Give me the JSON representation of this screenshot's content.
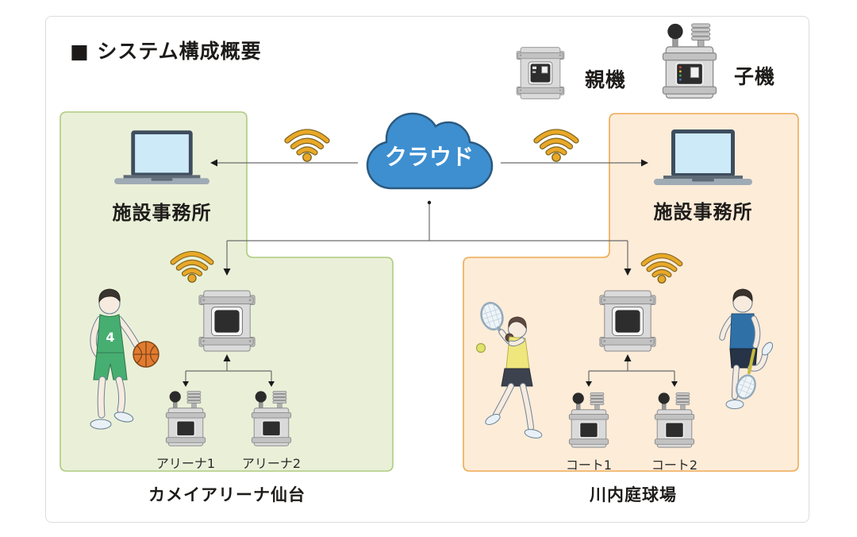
{
  "title": "■ システム構成概要",
  "legend": {
    "parent_label": "親機",
    "child_label": "子機"
  },
  "cloud": {
    "label": "クラウド"
  },
  "left_zone": {
    "office_label": "施設事務所",
    "sensor1_label": "アリーナ1",
    "sensor2_label": "アリーナ2",
    "facility_name": "カメイアリーナ仙台",
    "player": {
      "jersey_number": "4"
    }
  },
  "right_zone": {
    "office_label": "施設事務所",
    "sensor1_label": "コート1",
    "sensor2_label": "コート2",
    "facility_name": "川内庭球場"
  },
  "colors": {
    "cloud_blue": "#3E8FD0",
    "left_zone_fill": "#EAF0D8",
    "left_zone_border": "#AECB7F",
    "right_zone_fill": "#FDECD8",
    "right_zone_border": "#EDAA54",
    "wifi_orange": "#E9A827",
    "connector_gray": "#666666"
  }
}
